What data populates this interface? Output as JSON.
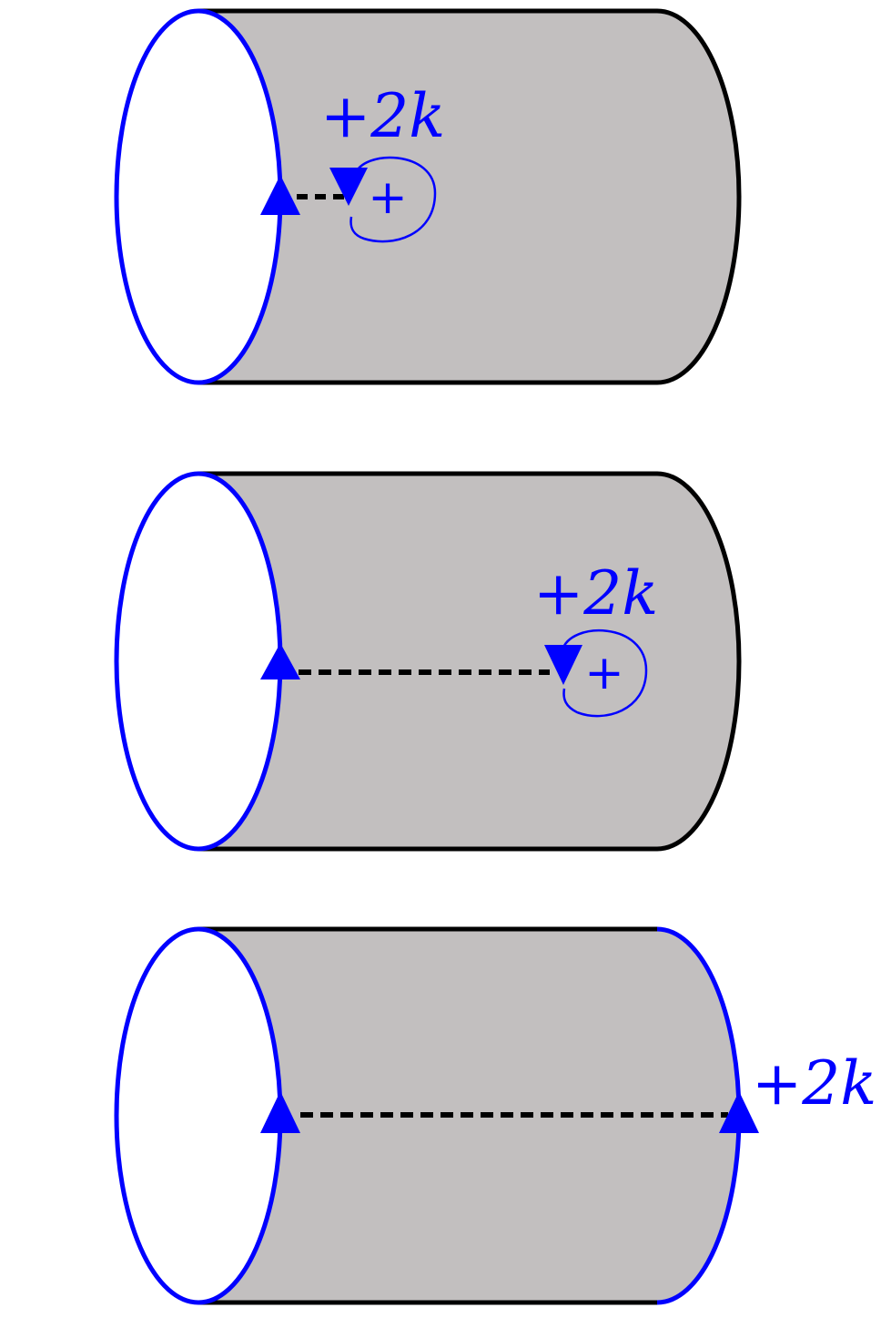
{
  "colors": {
    "accent": "#0000ff",
    "surface": "#c2bfbf",
    "outline": "#000000",
    "background": "#ffffff"
  },
  "panels": [
    {
      "charge_label": "+2k",
      "vortex_symbol": "+"
    },
    {
      "charge_label": "+2k",
      "vortex_symbol": "+"
    },
    {
      "charge_label": "+2k"
    }
  ]
}
